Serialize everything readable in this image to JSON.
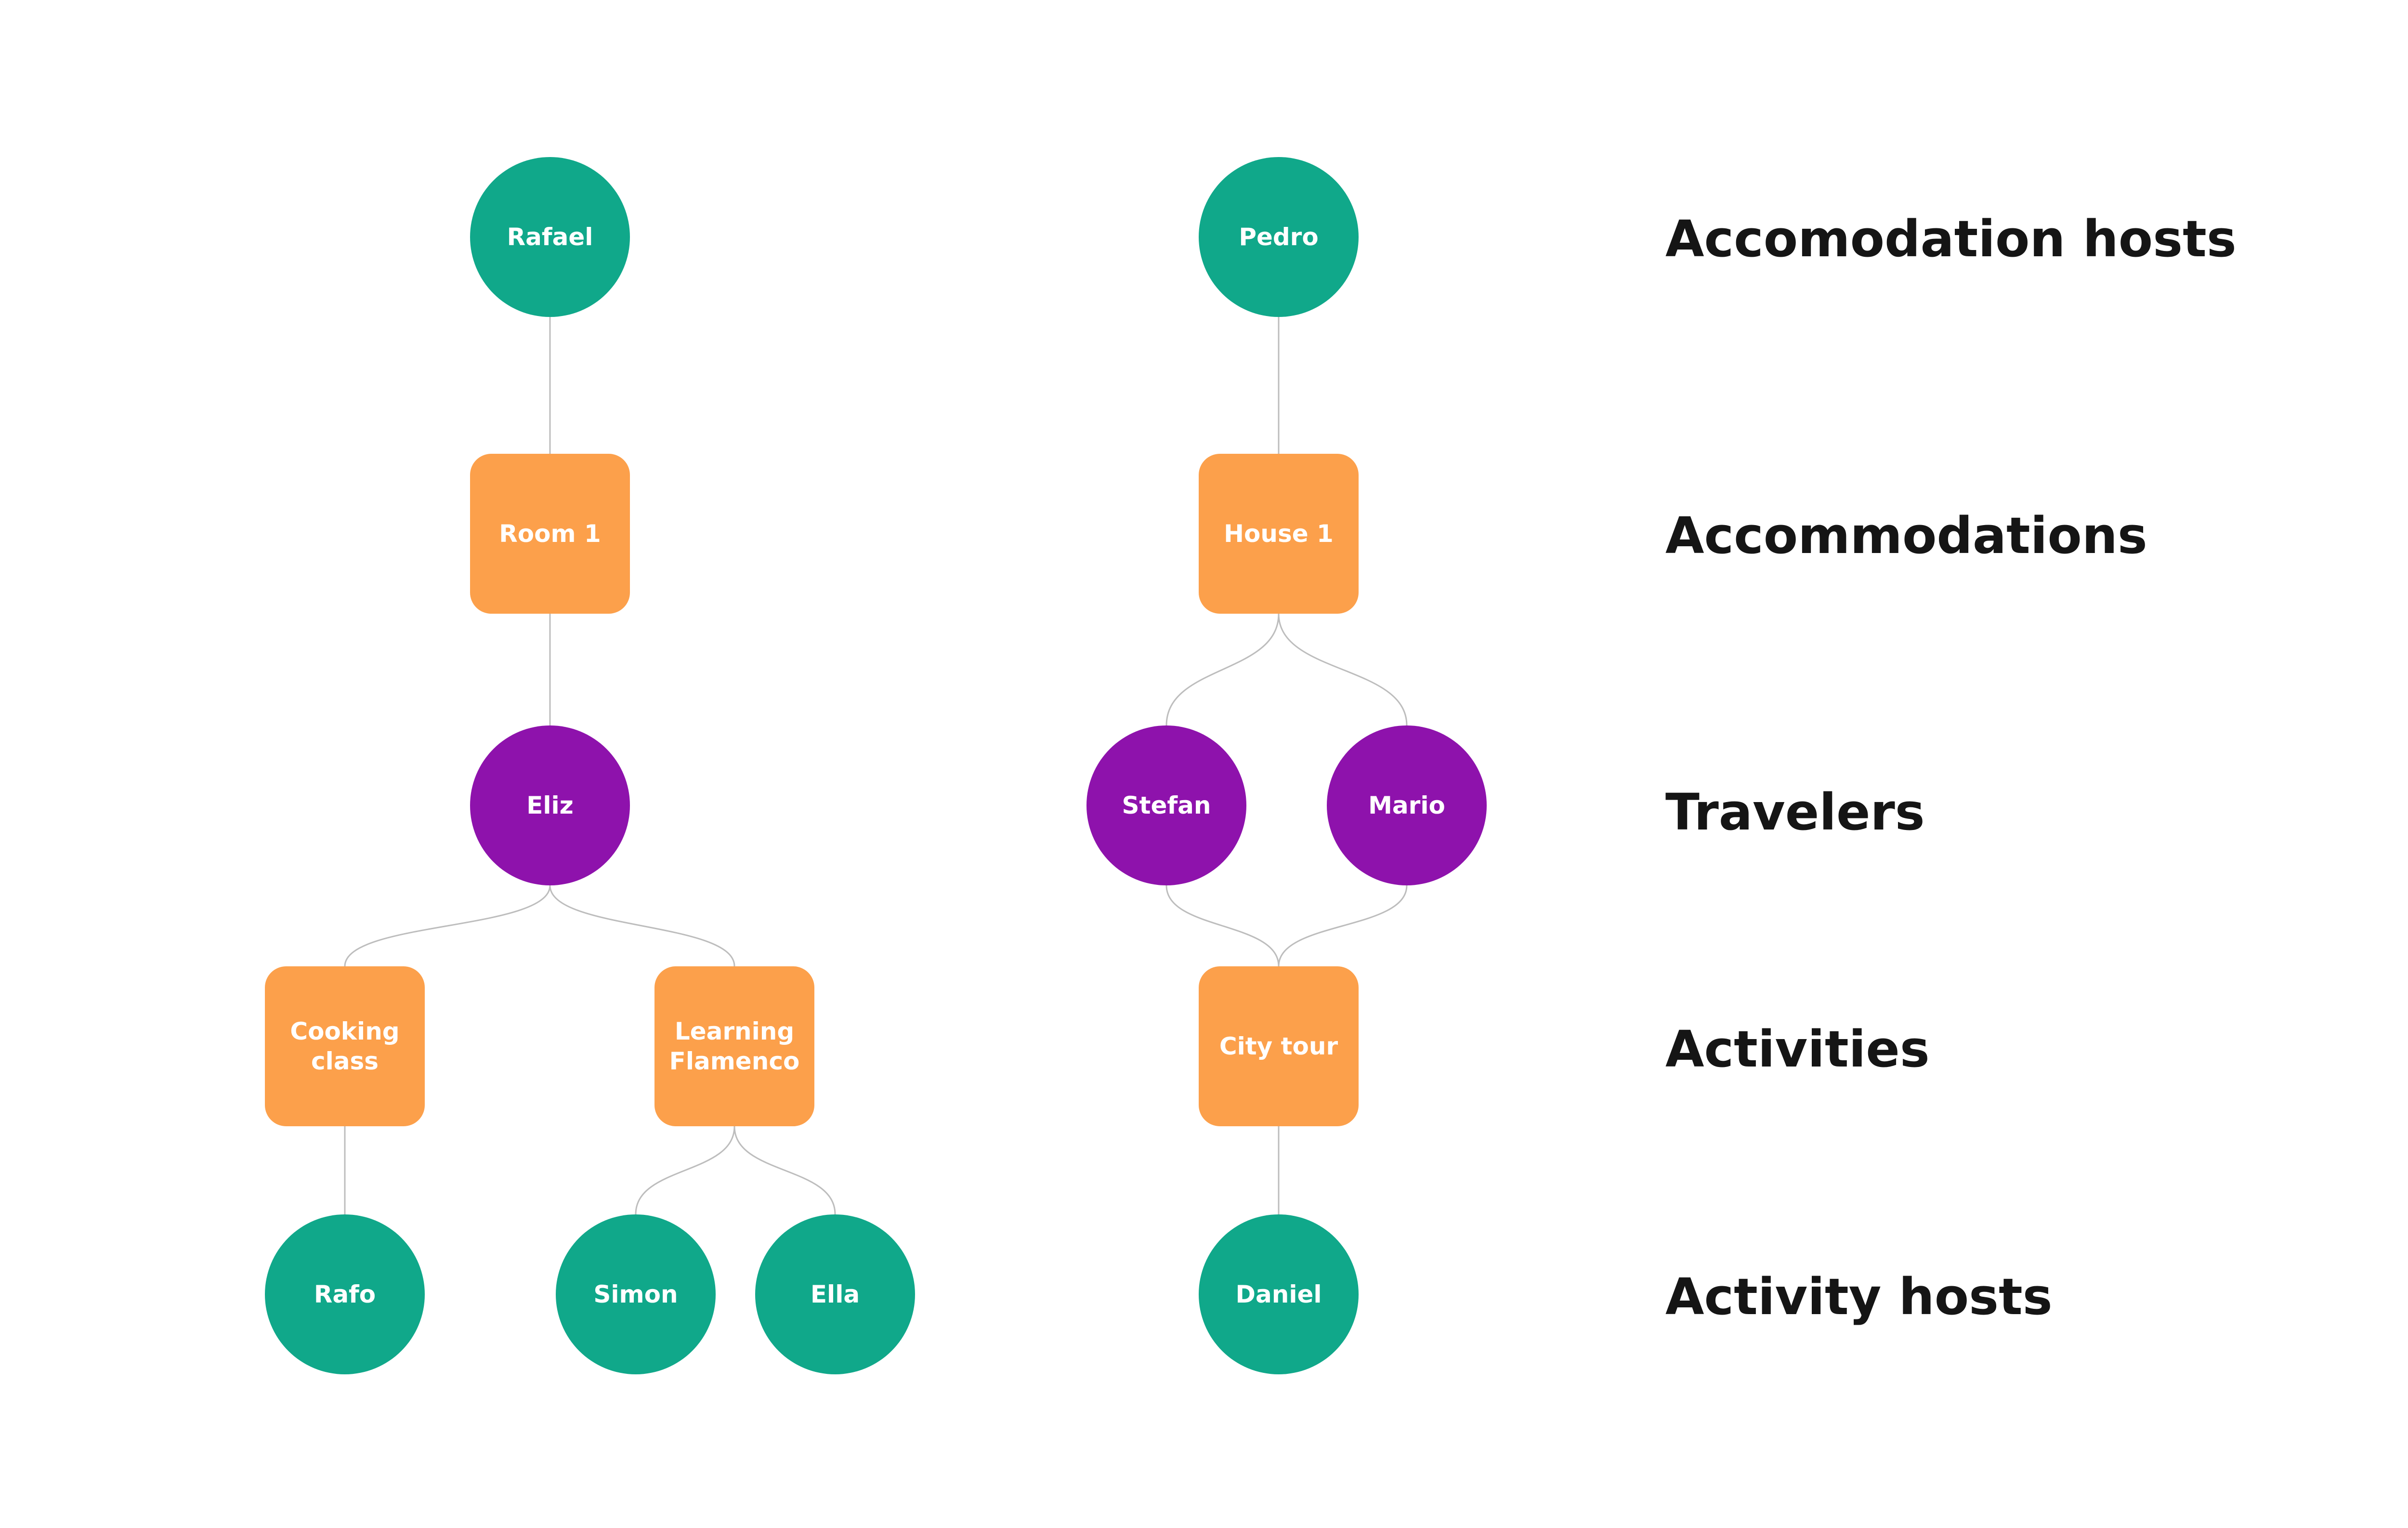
{
  "colors": {
    "host": "#10A88A",
    "place": "#FCA04B",
    "traveler": "#8E12AC",
    "edge": "#BDBDBD",
    "label": "#151515"
  },
  "row_labels": [
    "Accomodation hosts",
    "Accommodations",
    "Travelers",
    "Activities",
    "Activity hosts"
  ],
  "nodes": [
    {
      "id": "rafael",
      "label": "Rafael",
      "kind": "host",
      "shape": "circle",
      "row": 0
    },
    {
      "id": "room1",
      "label": "Room 1",
      "kind": "place",
      "shape": "rounded",
      "row": 1
    },
    {
      "id": "eliz",
      "label": "Eliz",
      "kind": "traveler",
      "shape": "circle",
      "row": 2
    },
    {
      "id": "cooking",
      "label": "Cooking class",
      "kind": "place",
      "shape": "rounded",
      "row": 3
    },
    {
      "id": "flamenco",
      "label": "Learning Flamenco",
      "kind": "place",
      "shape": "rounded",
      "row": 3
    },
    {
      "id": "rafo",
      "label": "Rafo",
      "kind": "host",
      "shape": "circle",
      "row": 4
    },
    {
      "id": "simon",
      "label": "Simon",
      "kind": "host",
      "shape": "circle",
      "row": 4
    },
    {
      "id": "ella",
      "label": "Ella",
      "kind": "host",
      "shape": "circle",
      "row": 4
    },
    {
      "id": "pedro",
      "label": "Pedro",
      "kind": "host",
      "shape": "circle",
      "row": 0
    },
    {
      "id": "house1",
      "label": "House 1",
      "kind": "place",
      "shape": "rounded",
      "row": 1
    },
    {
      "id": "stefan",
      "label": "Stefan",
      "kind": "traveler",
      "shape": "circle",
      "row": 2
    },
    {
      "id": "mario",
      "label": "Mario",
      "kind": "traveler",
      "shape": "circle",
      "row": 2
    },
    {
      "id": "citytour",
      "label": "City tour",
      "kind": "place",
      "shape": "rounded",
      "row": 3
    },
    {
      "id": "daniel",
      "label": "Daniel",
      "kind": "host",
      "shape": "circle",
      "row": 4
    }
  ],
  "edges": [
    [
      "rafael",
      "room1"
    ],
    [
      "room1",
      "eliz"
    ],
    [
      "eliz",
      "cooking"
    ],
    [
      "eliz",
      "flamenco"
    ],
    [
      "cooking",
      "rafo"
    ],
    [
      "flamenco",
      "simon"
    ],
    [
      "flamenco",
      "ella"
    ],
    [
      "pedro",
      "house1"
    ],
    [
      "house1",
      "stefan"
    ],
    [
      "house1",
      "mario"
    ],
    [
      "stefan",
      "citytour"
    ],
    [
      "mario",
      "citytour"
    ],
    [
      "citytour",
      "daniel"
    ]
  ]
}
